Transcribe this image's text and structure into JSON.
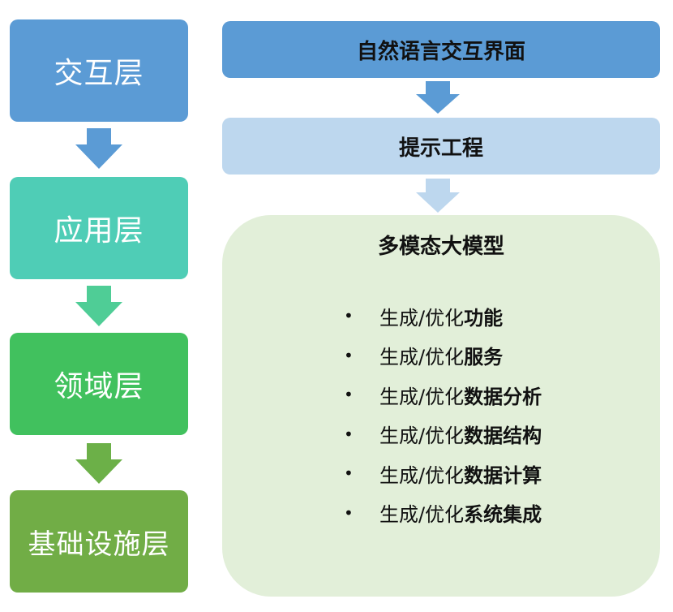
{
  "layers": {
    "interaction": "交互层",
    "application": "应用层",
    "domain": "领域层",
    "infrastructure": "基础设施层"
  },
  "pipeline": {
    "nli": "自然语言交互界面",
    "prompt": "提示工程",
    "model_title": "多模态大模型",
    "bullet_char": "•",
    "items": [
      {
        "prefix": "生成/优化",
        "suffix": "功能"
      },
      {
        "prefix": "生成/优化",
        "suffix": "服务"
      },
      {
        "prefix": "生成/优化",
        "suffix": "数据分析"
      },
      {
        "prefix": "生成/优化",
        "suffix": "数据结构"
      },
      {
        "prefix": "生成/优化",
        "suffix": "数据计算"
      },
      {
        "prefix": "生成/优化",
        "suffix": "系统集成"
      }
    ]
  },
  "colors": {
    "interaction": "#5b9bd5",
    "application": "#4fcdb6",
    "domain": "#41c15e",
    "infrastructure": "#71ad46",
    "prompt": "#bdd7ee",
    "model": "#e2efd9"
  }
}
